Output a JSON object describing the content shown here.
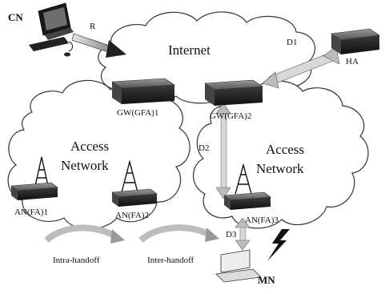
{
  "nodes": {
    "cn": "CN",
    "ha": "HA",
    "gw1": "GW(GFA)1",
    "gw2": "GW(GFA)2",
    "an1": "AN(FA)1",
    "an2": "AN(FA)2",
    "an3": "AN(FA)3",
    "mn": "MN"
  },
  "clouds": {
    "internet": "Internet",
    "access_left_line1": "Access",
    "access_left_line2": "Network",
    "access_right_line1": "Access",
    "access_right_line2": "Network"
  },
  "links": {
    "r": "R",
    "d1": "D1",
    "d2": "D2",
    "d3": "D3"
  },
  "handoffs": {
    "intra": "Intra-handoff",
    "inter": "Inter-handoff"
  }
}
